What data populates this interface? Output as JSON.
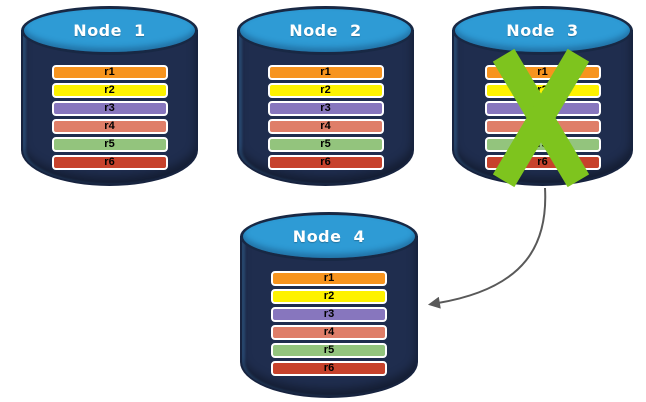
{
  "diagram": {
    "description": "Replicated database nodes; failed node redirects to new node",
    "arrow_color": "#595959",
    "failure_x_color": "#7EC41E",
    "cylinder_body_color": "#1F2D4E",
    "cylinder_top_color": "#2E9BD5",
    "record_border_color": "#FFFFFF",
    "title_text_color": "#FFFFFF",
    "record_text_color": "#000000"
  },
  "nodes": [
    {
      "title": "Node 1",
      "crossed_out": false,
      "records": [
        {
          "label": "r1",
          "color": "#F7941E"
        },
        {
          "label": "r2",
          "color": "#FEF200"
        },
        {
          "label": "r3",
          "color": "#8776BE"
        },
        {
          "label": "r4",
          "color": "#DF7E68"
        },
        {
          "label": "r5",
          "color": "#93C47D"
        },
        {
          "label": "r6",
          "color": "#C7422C"
        }
      ]
    },
    {
      "title": "Node 2",
      "crossed_out": false,
      "records": [
        {
          "label": "r1",
          "color": "#F7941E"
        },
        {
          "label": "r2",
          "color": "#FEF200"
        },
        {
          "label": "r3",
          "color": "#8776BE"
        },
        {
          "label": "r4",
          "color": "#DF7E68"
        },
        {
          "label": "r5",
          "color": "#93C47D"
        },
        {
          "label": "r6",
          "color": "#C7422C"
        }
      ]
    },
    {
      "title": "Node 3",
      "crossed_out": true,
      "records": [
        {
          "label": "r1",
          "color": "#F7941E"
        },
        {
          "label": "r2",
          "color": "#FEF200"
        },
        {
          "label": "r3",
          "color": "#8776BE"
        },
        {
          "label": "r4",
          "color": "#DF7E68"
        },
        {
          "label": "r5",
          "color": "#93C47D"
        },
        {
          "label": "r6",
          "color": "#C7422C"
        }
      ]
    },
    {
      "title": "Node 4",
      "crossed_out": false,
      "records": [
        {
          "label": "r1",
          "color": "#F7941E"
        },
        {
          "label": "r2",
          "color": "#FEF200"
        },
        {
          "label": "r3",
          "color": "#8776BE"
        },
        {
          "label": "r4",
          "color": "#DF7E68"
        },
        {
          "label": "r5",
          "color": "#93C47D"
        },
        {
          "label": "r6",
          "color": "#C7422C"
        }
      ]
    }
  ]
}
